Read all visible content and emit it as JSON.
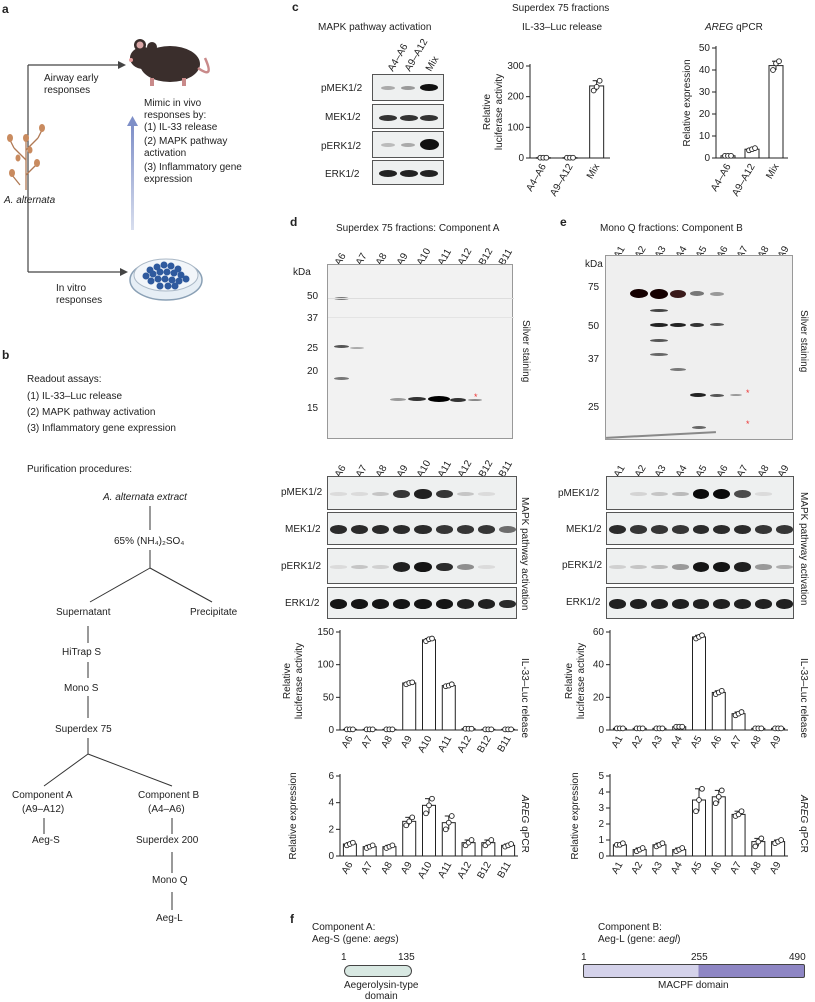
{
  "panel_a": {
    "letter": "a",
    "airway": "Airway early\nresponses",
    "mimic_title": "Mimic in vivo\nresponses by:",
    "mimic_items": [
      "(1) IL-33 release",
      "(2) MAPK pathway\nactivation",
      "(3) Inflammatory gene\nexpression"
    ],
    "species": "A. alternata",
    "invitro": "In vitro\nresponses"
  },
  "panel_b": {
    "letter": "b",
    "readout_title": "Readout assays:",
    "readout_items": [
      "(1) IL-33–Luc release",
      "(2) MAPK pathway activation",
      "(3) Inflammatory gene expression"
    ],
    "purif_title": "Purification procedures:",
    "extract": "A. alternata extract",
    "ammonium": "65% (NH₄)₂SO₄",
    "supernatant": "Supernatant",
    "precipitate": "Precipitate",
    "hitrap": "HiTrap S",
    "monos": "Mono S",
    "superdex75": "Superdex 75",
    "compA": "Component A",
    "compA_frac": "(A9–A12)",
    "compB": "Component B",
    "compB_frac": "(A4–A6)",
    "aegs": "Aeg-S",
    "superdex200": "Superdex 200",
    "monoq": "Mono Q",
    "aegl": "Aeg-L"
  },
  "panel_c": {
    "letter": "c",
    "title": "Superdex 75 fractions",
    "mapk_title": "MAPK pathway activation",
    "lanes": [
      "A4–A6",
      "A9–A12",
      "Mix"
    ],
    "blot_labels": [
      "pMEK1/2",
      "MEK1/2",
      "pERK1/2",
      "ERK1/2"
    ],
    "luc_title": "IL-33–Luc release",
    "areg_title_italic": "AREG",
    "areg_title_rest": " qPCR"
  },
  "panel_d": {
    "letter": "d",
    "title": "Superdex 75 fractions: Component A",
    "lanes": [
      "A6",
      "A7",
      "A8",
      "A9",
      "A10",
      "A11",
      "A12",
      "B12",
      "B11"
    ],
    "kda_label": "kDa",
    "kda": [
      "50",
      "37",
      "25",
      "20",
      "15"
    ],
    "silver": "Silver staining",
    "mapk_side": "MAPK pathway activation",
    "blot_labels": [
      "pMEK1/2",
      "MEK1/2",
      "pERK1/2",
      "ERK1/2"
    ],
    "luc_side": "IL-33–Luc release",
    "qpcr_side_italic": "AREG",
    "qpcr_side_rest": " qPCR"
  },
  "panel_e": {
    "letter": "e",
    "title": "Mono Q fractions: Component B",
    "lanes": [
      "A1",
      "A2",
      "A3",
      "A4",
      "A5",
      "A6",
      "A7",
      "A8",
      "A9"
    ],
    "kda_label": "kDa",
    "kda": [
      "75",
      "50",
      "37",
      "25"
    ],
    "silver": "Silver staining",
    "mapk_side": "MAPK pathway activation",
    "blot_labels": [
      "pMEK1/2",
      "MEK1/2",
      "pERK1/2",
      "ERK1/2"
    ],
    "luc_side": "IL-33–Luc release",
    "qpcr_side_italic": "AREG",
    "qpcr_side_rest": " qPCR"
  },
  "panel_f": {
    "letter": "f",
    "compA_line1": "Component A:",
    "compA_line2": "Aeg-S (gene: aegs)",
    "compA_start": "1",
    "compA_end": "135",
    "compA_domain": "Aegerolysin-type\ndomain",
    "compB_line1": "Component B:",
    "compB_line2": "Aeg-L (gene: aegl)",
    "compB_start": "1",
    "compB_mid": "255",
    "compB_end": "490",
    "compB_domain": "MACPF domain"
  },
  "chart_data": [
    {
      "id": "c-luc",
      "type": "bar",
      "categories": [
        "A4–A6",
        "A9–A12",
        "Mix"
      ],
      "values": [
        1,
        1,
        235
      ],
      "points": [
        [
          1,
          1,
          1
        ],
        [
          1,
          1,
          1
        ],
        [
          220,
          232,
          252
        ]
      ],
      "ylabel": "Relative\nluciferase activity",
      "ylim": [
        0,
        300
      ],
      "yticks": [
        0,
        100,
        200,
        300
      ]
    },
    {
      "id": "c-areg",
      "type": "bar",
      "categories": [
        "A4–A6",
        "A9–A12",
        "Mix"
      ],
      "values": [
        1,
        4,
        42
      ],
      "points": [
        [
          1,
          1,
          1
        ],
        [
          3.5,
          4,
          4.5
        ],
        [
          40,
          43,
          44
        ]
      ],
      "ylabel": "Relative expression",
      "ylim": [
        0,
        50
      ],
      "yticks": [
        0,
        10,
        20,
        30,
        40,
        50
      ]
    },
    {
      "id": "d-luc",
      "type": "bar",
      "categories": [
        "A6",
        "A7",
        "A8",
        "A9",
        "A10",
        "A11",
        "A12",
        "B12",
        "B11"
      ],
      "values": [
        1,
        1,
        1,
        72,
        138,
        68,
        2,
        1,
        1
      ],
      "points": [
        [
          1,
          1,
          1
        ],
        [
          1,
          1,
          1
        ],
        [
          1,
          1,
          1
        ],
        [
          70,
          72,
          73
        ],
        [
          136,
          139,
          140
        ],
        [
          67,
          68,
          70
        ],
        [
          2,
          2,
          2
        ],
        [
          1,
          1,
          1
        ],
        [
          1,
          1,
          1
        ]
      ],
      "ylabel": "Relative\nluciferase activity",
      "ylim": [
        0,
        150
      ],
      "yticks": [
        0,
        50,
        100,
        150
      ]
    },
    {
      "id": "d-areg",
      "type": "bar",
      "categories": [
        "A6",
        "A7",
        "A8",
        "A9",
        "A10",
        "A11",
        "A12",
        "B12",
        "B11"
      ],
      "values": [
        0.9,
        0.7,
        0.7,
        2.6,
        3.8,
        2.5,
        1.0,
        1.0,
        0.8
      ],
      "points": [
        [
          0.8,
          0.9,
          1.0
        ],
        [
          0.6,
          0.7,
          0.8
        ],
        [
          0.6,
          0.7,
          0.8
        ],
        [
          2.3,
          2.6,
          2.9
        ],
        [
          3.2,
          3.8,
          4.3
        ],
        [
          2.0,
          2.5,
          3.0
        ],
        [
          0.8,
          1.0,
          1.2
        ],
        [
          0.8,
          1.0,
          1.2
        ],
        [
          0.7,
          0.8,
          0.9
        ]
      ],
      "ylabel": "Relative expression",
      "ylim": [
        0,
        6
      ],
      "yticks": [
        0,
        2,
        4,
        6
      ]
    },
    {
      "id": "e-luc",
      "type": "bar",
      "categories": [
        "A1",
        "A2",
        "A3",
        "A4",
        "A5",
        "A6",
        "A7",
        "A8",
        "A9"
      ],
      "values": [
        1,
        1,
        1,
        2,
        57,
        23,
        10,
        1,
        1
      ],
      "points": [
        [
          1,
          1,
          1
        ],
        [
          1,
          1,
          1
        ],
        [
          1,
          1,
          1
        ],
        [
          2,
          2,
          2
        ],
        [
          56,
          57,
          58
        ],
        [
          22,
          23,
          24
        ],
        [
          9,
          10,
          11
        ],
        [
          1,
          1,
          1
        ],
        [
          1,
          1,
          1
        ]
      ],
      "ylabel": "Relative\nluciferase activity",
      "ylim": [
        0,
        60
      ],
      "yticks": [
        0,
        20,
        40,
        60
      ]
    },
    {
      "id": "e-areg",
      "type": "bar",
      "categories": [
        "A1",
        "A2",
        "A3",
        "A4",
        "A5",
        "A6",
        "A7",
        "A8",
        "A9"
      ],
      "values": [
        0.7,
        0.4,
        0.7,
        0.4,
        3.5,
        3.7,
        2.6,
        0.9,
        0.9
      ],
      "points": [
        [
          0.7,
          0.7,
          0.8
        ],
        [
          0.3,
          0.4,
          0.5
        ],
        [
          0.6,
          0.7,
          0.8
        ],
        [
          0.3,
          0.4,
          0.5
        ],
        [
          2.8,
          3.5,
          4.2
        ],
        [
          3.3,
          3.7,
          4.1
        ],
        [
          2.5,
          2.6,
          2.8
        ],
        [
          0.6,
          0.9,
          1.1
        ],
        [
          0.8,
          0.9,
          1.0
        ]
      ],
      "ylabel": "Relative expression",
      "ylim": [
        0,
        5
      ],
      "yticks": [
        0,
        1,
        2,
        3,
        4,
        5
      ]
    }
  ]
}
